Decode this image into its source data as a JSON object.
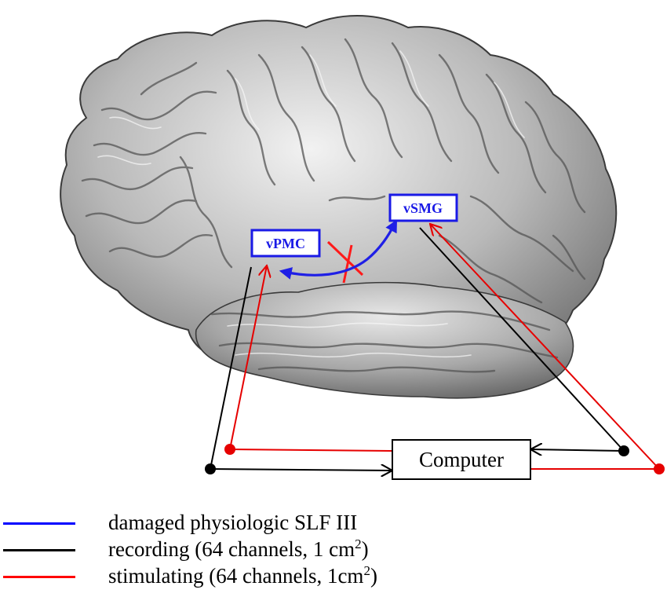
{
  "regions": {
    "vpmc": "vPMC",
    "vsmg": "vSMG"
  },
  "computer": {
    "label": "Computer"
  },
  "legend": [
    {
      "key": "blue",
      "color": "#0000ff",
      "text": "damaged physiologic SLF III",
      "unit": "",
      "unit_sup": "",
      "suffix": ""
    },
    {
      "key": "black",
      "color": "#000000",
      "text": "recording (64 channels, 1 ",
      "unit": "cm",
      "unit_sup": "2",
      "suffix": ")"
    },
    {
      "key": "red",
      "color": "#ff0000",
      "text": "stimulating (64 channels, 1",
      "unit": "cm",
      "unit_sup": "2",
      "suffix": ")"
    }
  ],
  "colors": {
    "tract": "#1f1fe6",
    "recording": "#000000",
    "stimulating": "#e60000",
    "lesion": "#ff1a1a",
    "label_text": "#1a1ae6",
    "cortex_light": "#e6e6e6",
    "cortex_dark": "#555555"
  }
}
